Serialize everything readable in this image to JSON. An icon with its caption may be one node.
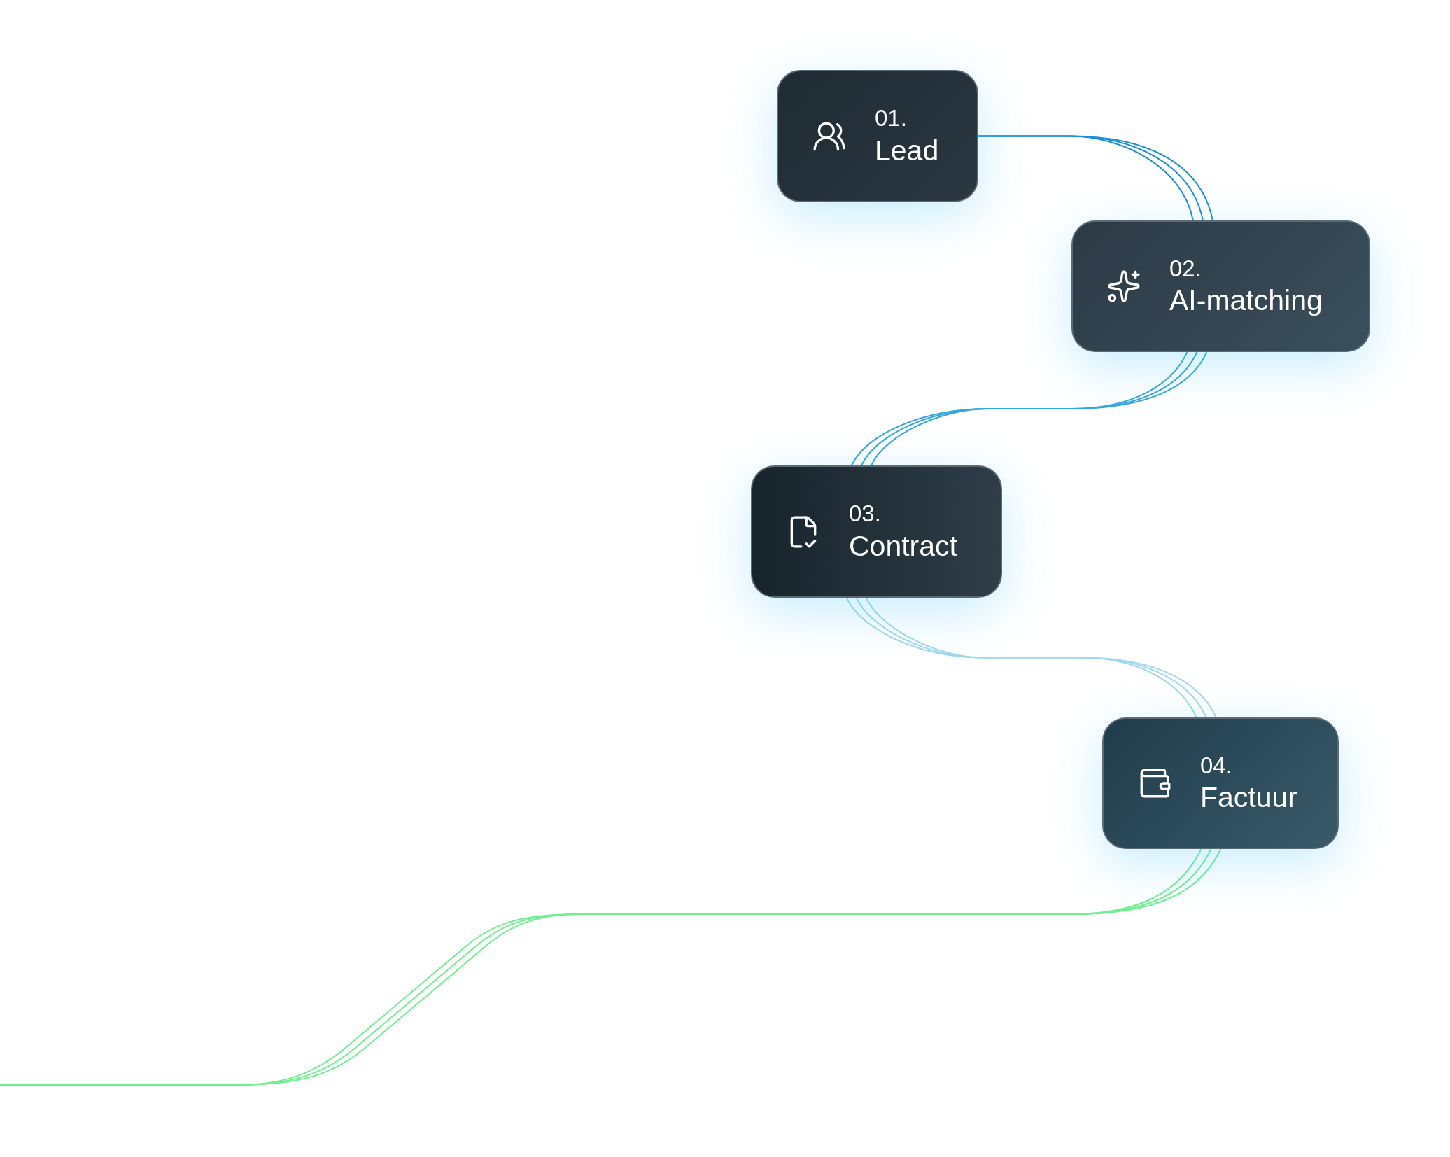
{
  "diagram": {
    "nodes": [
      {
        "text": [
          "01.",
          "Lead"
        ]
      },
      {
        "text": [
          "02.",
          "AI-matching"
        ]
      },
      {
        "text": [
          "03.",
          "Contract"
        ]
      },
      {
        "text": [
          "04.",
          "Factuur"
        ]
      }
    ],
    "edges": [
      {
        "from": 0,
        "to": 1,
        "arrow": "none",
        "color": "#1a8fd6"
      },
      {
        "from": 1,
        "to": 2,
        "arrow": "none",
        "color": "#34a6df"
      },
      {
        "from": 2,
        "to": 3,
        "arrow": "none",
        "color": "#9fd8f0"
      },
      {
        "from": 3,
        "to": null,
        "arrow": "none",
        "color": "#6ef08f"
      }
    ]
  }
}
